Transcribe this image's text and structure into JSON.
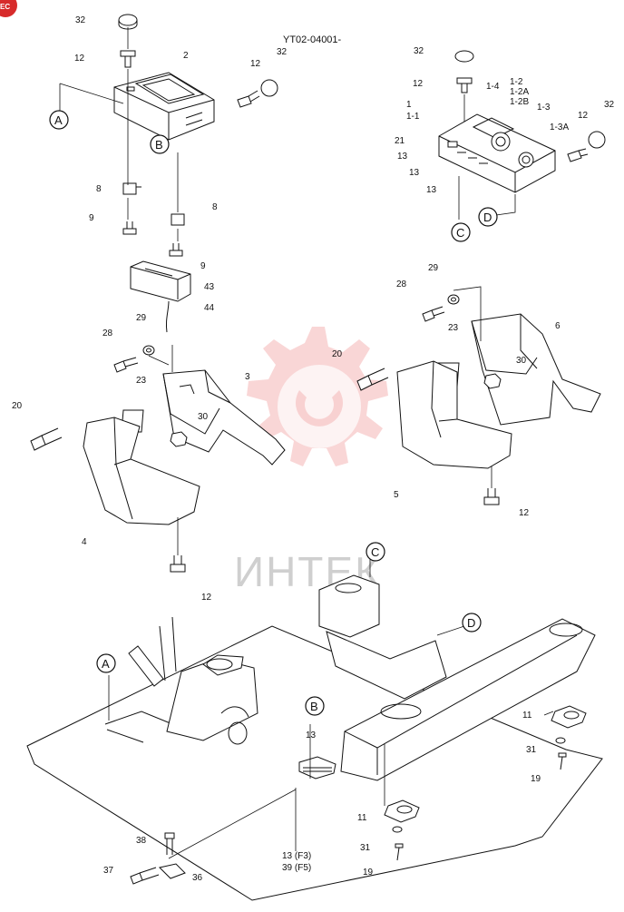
{
  "doc_code": "YT02-04001-",
  "watermark": "ИНТЕК",
  "corner_badge": "ЕС",
  "refs": {
    "A": "A",
    "B": "B",
    "C": "C",
    "D": "D"
  },
  "labels": [
    "32",
    "12",
    "2",
    "12",
    "32",
    "8",
    "8",
    "9",
    "9",
    "43",
    "44",
    "28",
    "29",
    "23",
    "3",
    "20",
    "30",
    "4",
    "12",
    "32",
    "12",
    "1-4",
    "1-2",
    "1-2A",
    "1-2B",
    "1",
    "1-1",
    "1-3",
    "1-3A",
    "12",
    "32",
    "21",
    "13",
    "13",
    "13",
    "28",
    "29",
    "23",
    "6",
    "20",
    "30",
    "5",
    "12",
    "13",
    "11",
    "31",
    "19",
    "11",
    "31",
    "19",
    "38",
    "37",
    "36",
    "13 (F3)",
    "39 (F5)"
  ]
}
